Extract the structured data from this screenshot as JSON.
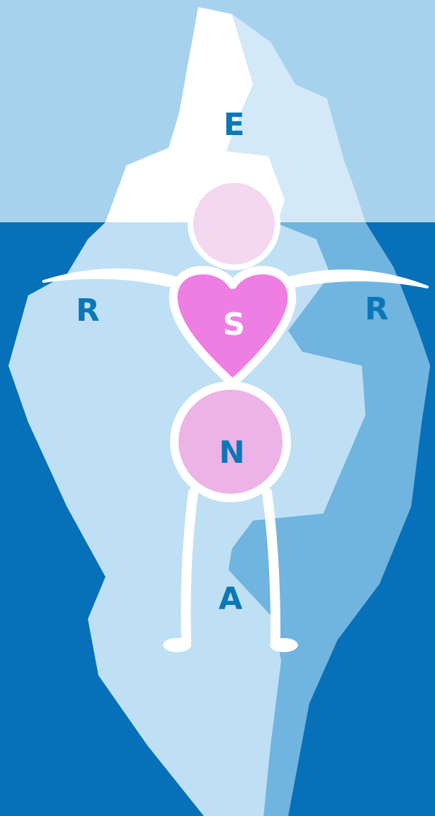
{
  "labels": {
    "top": "E",
    "left": "R",
    "right": "R",
    "heart": "S",
    "belly": "N",
    "base": "A"
  },
  "colors": {
    "sky": "#a7d2ee",
    "water": "#0670b8",
    "ice_above": "#ffffff",
    "ice_shadow_above": "#d4e9f7",
    "ice_below": "#bfe0f4",
    "ice_shadow_below": "#70b4e0",
    "head": "#f4d8ef",
    "heart": "#ef7ee3",
    "belly": "#ecb4e6",
    "figure_outline": "#ffffff",
    "letters": "#0a78b8",
    "heart_letter": "#ffffff"
  }
}
